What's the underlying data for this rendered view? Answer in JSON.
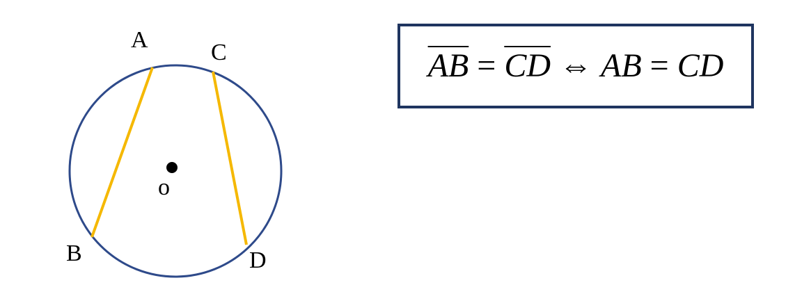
{
  "diagram": {
    "points": {
      "A": "A",
      "B": "B",
      "C": "C",
      "D": "D",
      "O": "o"
    },
    "colors": {
      "circle": "#2e4a8a",
      "chord": "#f5b800",
      "center": "#000000",
      "box_border": "#1f3560"
    }
  },
  "formula": {
    "lhs_arc": "AB",
    "equals": "=",
    "rhs_arc": "CD",
    "iff": "⇔",
    "lhs_chord": "AB",
    "equals2": "=",
    "rhs_chord": "CD"
  }
}
